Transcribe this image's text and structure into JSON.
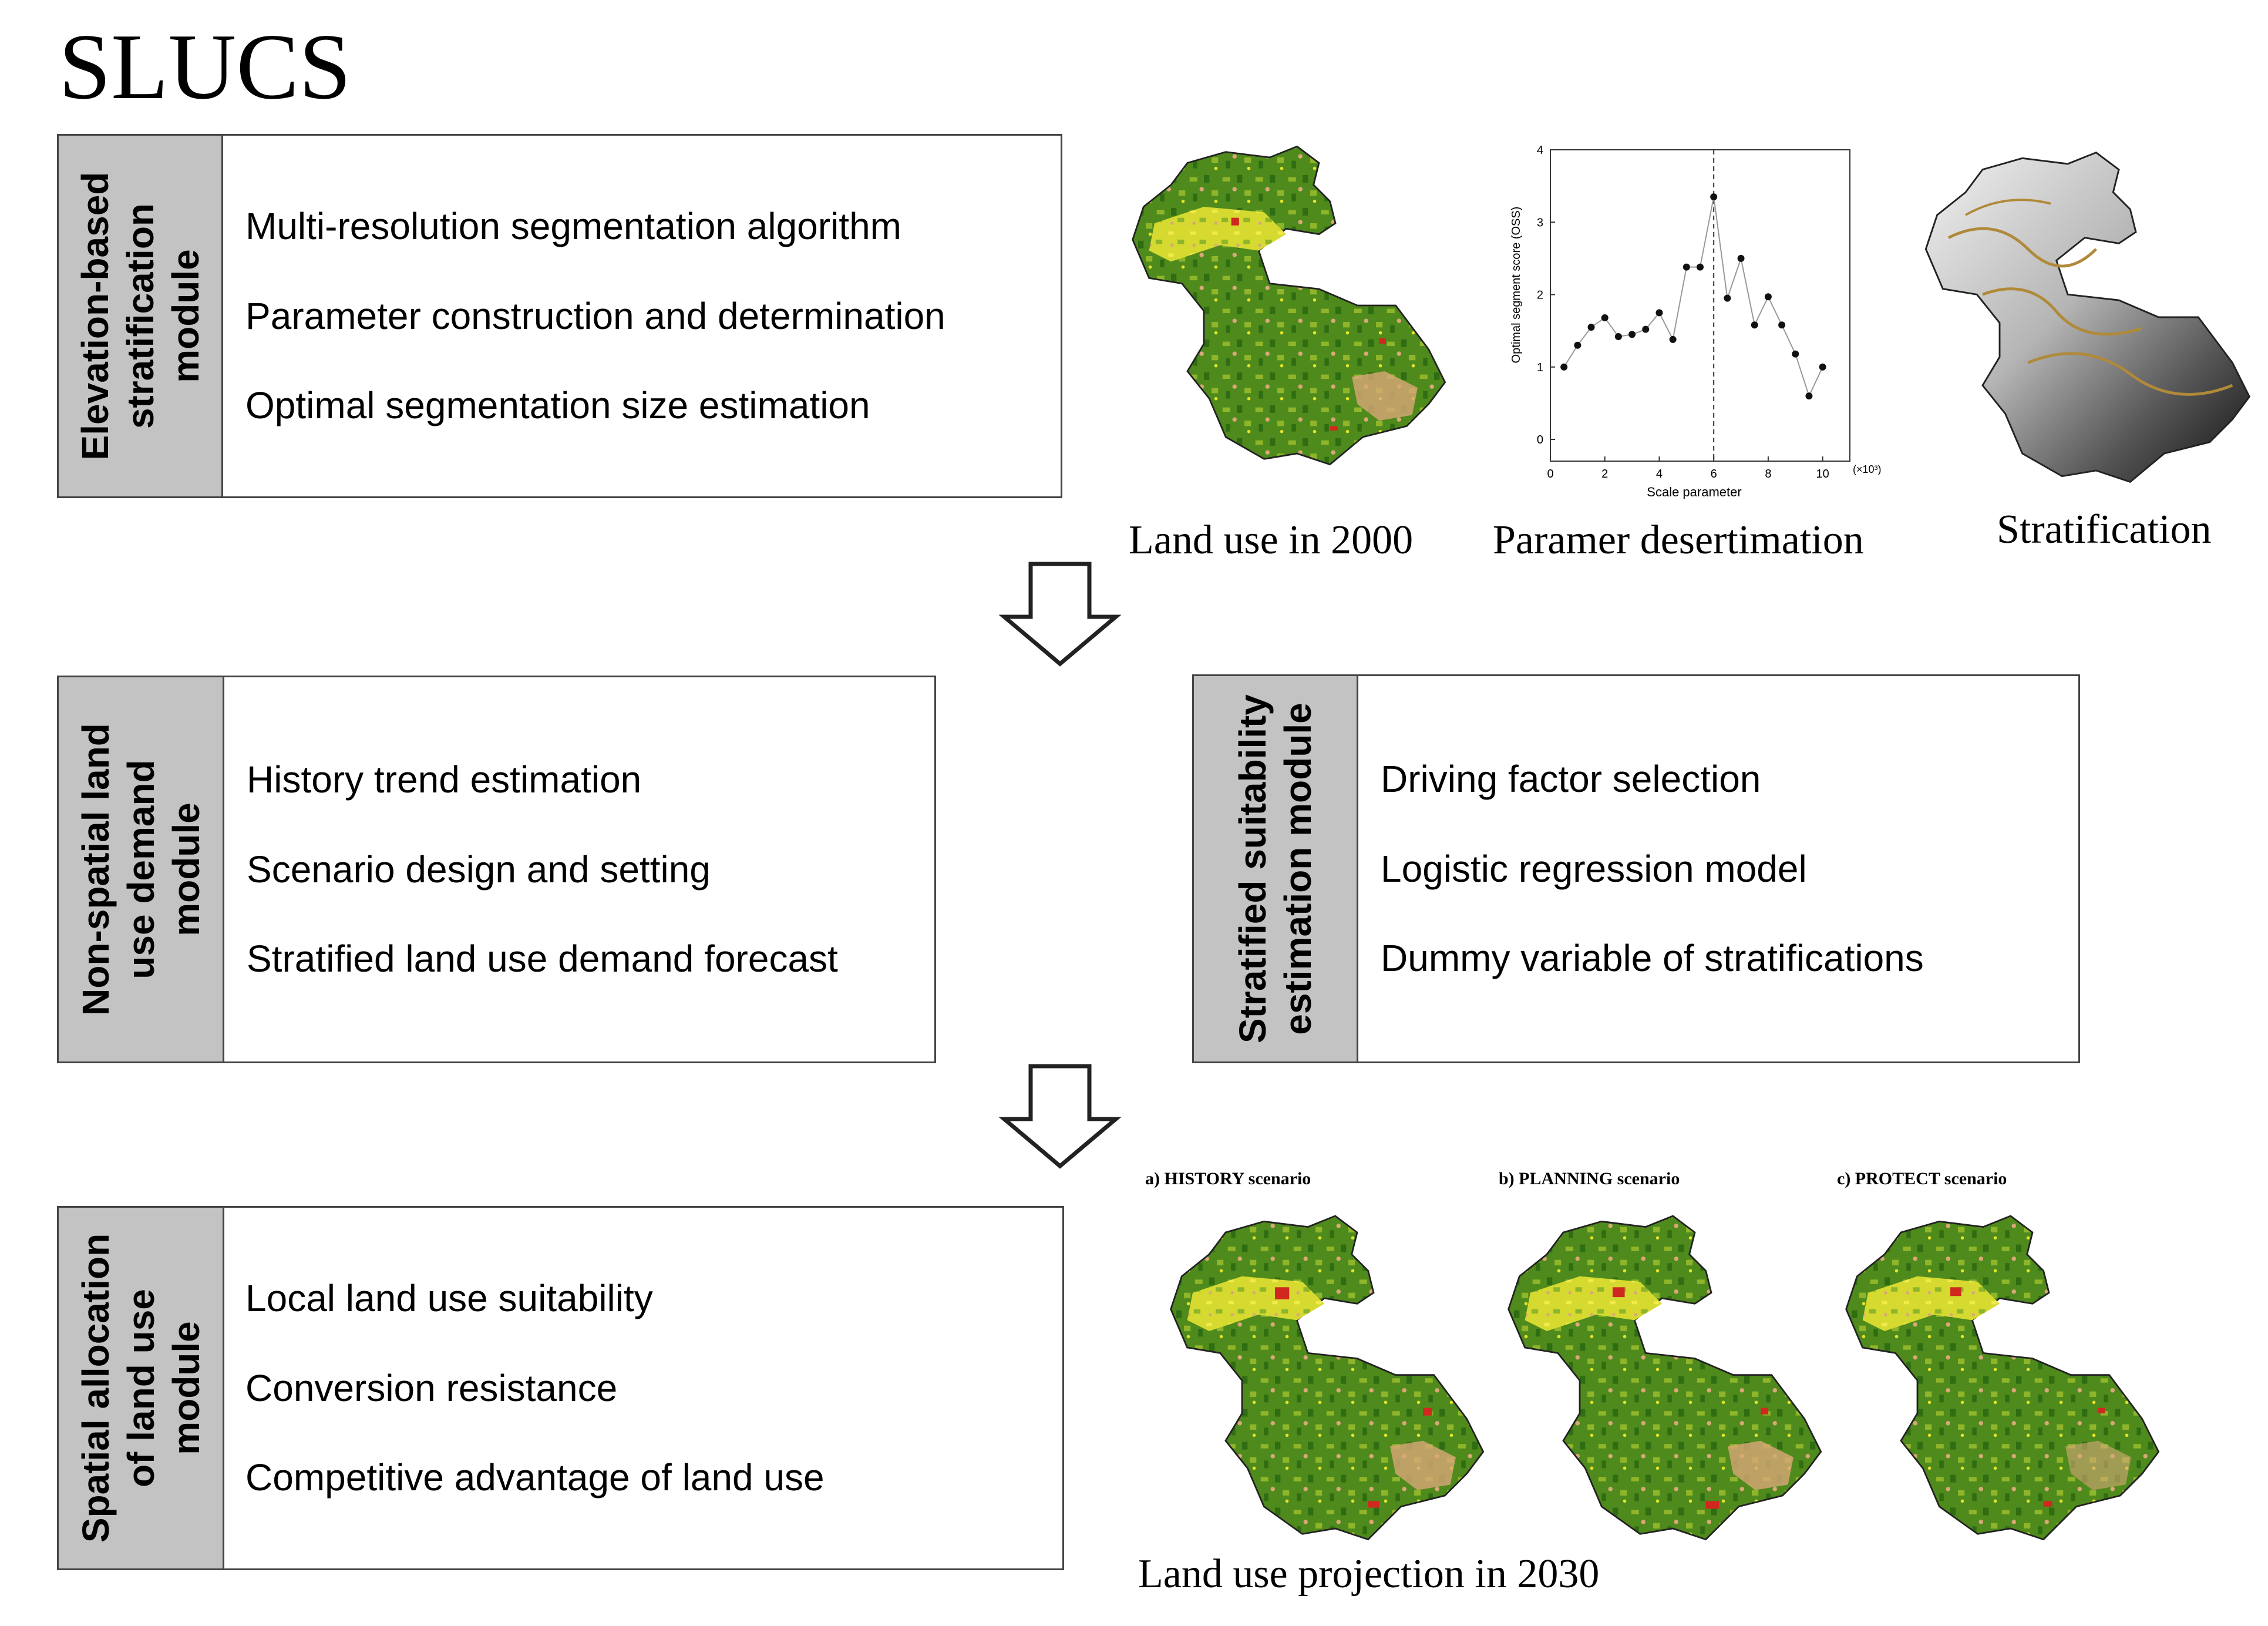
{
  "title": "SLUCS",
  "modules": {
    "elevation": {
      "label": [
        "Elevation-based",
        "stratification",
        "module"
      ],
      "items": [
        "Multi-resolution segmentation algorithm",
        "Parameter construction and determination",
        "Optimal segmentation size estimation"
      ]
    },
    "nonspatial": {
      "label": [
        "Non-spatial land",
        "use demand",
        "module"
      ],
      "items": [
        "History trend estimation",
        "Scenario design and setting",
        "Stratified land use demand forecast"
      ]
    },
    "suitability": {
      "label": [
        "Stratified suitability",
        "estimation module"
      ],
      "items": [
        "Driving factor selection",
        "Logistic regression model",
        "Dummy variable of stratifications"
      ]
    },
    "allocation": {
      "label": [
        "Spatial allocation",
        "of land use",
        "module"
      ],
      "items": [
        "Local land use suitability",
        "Conversion resistance",
        "Competitive advantage of land use"
      ]
    }
  },
  "captions": {
    "landuse2000": "Land use in 2000",
    "param": "Paramer desertimation",
    "strat": "Stratification",
    "projection": "Land use projection in 2030"
  },
  "scenarios": [
    "a) HISTORY scenario",
    "b) PLANNING scenario",
    "c) PROTECT  scenario"
  ],
  "chart_data": {
    "type": "line",
    "x": [
      0.5,
      1,
      1.5,
      2,
      2.5,
      3,
      3.5,
      4,
      4.5,
      5,
      5.5,
      6,
      6.5,
      7,
      7.5,
      8,
      8.5,
      9,
      9.5,
      10
    ],
    "y": [
      1.0,
      1.3,
      1.55,
      1.68,
      1.42,
      1.45,
      1.52,
      1.75,
      1.38,
      2.38,
      2.38,
      3.35,
      1.95,
      2.5,
      1.58,
      1.97,
      1.58,
      1.18,
      0.6,
      1.0
    ],
    "xlabel": "Scale parameter",
    "ylabel": "Optimal segment score (OSS)",
    "xunit": "(×10³)",
    "xlim": [
      0,
      11
    ],
    "ylim": [
      -0.3,
      4
    ],
    "xticks": [
      "0",
      "2",
      "4",
      "6",
      "8",
      "10"
    ],
    "yticks": [
      "0",
      "1",
      "2",
      "3",
      "4"
    ],
    "vline_x": 6
  },
  "colors": {
    "sidebar": "#c3c3c3",
    "border": "#444444",
    "map_green": "#4f8a1c",
    "map_yellow": "#e3e32a",
    "map_red": "#d0281e",
    "map_tan": "#d9a878"
  }
}
